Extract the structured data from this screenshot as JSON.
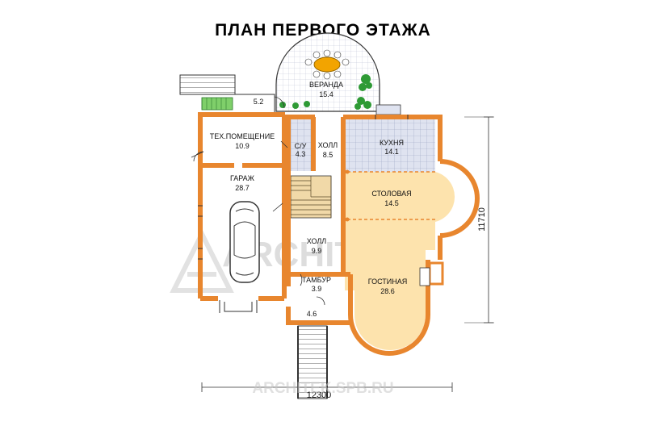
{
  "title": "ПЛАН ПЕРВОГО ЭТАЖА",
  "watermark": {
    "brand": "ARCHITEK",
    "site": "ARCHITEK.SPB.RU"
  },
  "dimensions": {
    "width": "12300",
    "height": "11710"
  },
  "rooms": {
    "veranda": {
      "name": "ВЕРАНДА",
      "area": "15.4"
    },
    "porch": {
      "area": "5.2"
    },
    "tech": {
      "name": "ТЕХ.ПОМЕЩЕНИЕ",
      "area": "10.9"
    },
    "wc": {
      "name": "С/У",
      "area": "4.3"
    },
    "hall_top": {
      "name": "ХОЛЛ",
      "area": "8.5"
    },
    "kitchen": {
      "name": "КУХНЯ",
      "area": "14.1"
    },
    "garage": {
      "name": "ГАРАЖ",
      "area": "28.7"
    },
    "dining": {
      "name": "СТОЛОВАЯ",
      "area": "14.5"
    },
    "hall_mid": {
      "name": "ХОЛЛ",
      "area": "9.9"
    },
    "tambour": {
      "name": "ТАМБУР",
      "area": "3.9"
    },
    "living": {
      "name": "ГОСТИНАЯ",
      "area": "28.6"
    },
    "entrance": {
      "area": "4.6"
    }
  },
  "colors": {
    "wall": "#e8862e",
    "floor_peach": "#fde3ad",
    "tile": "#dbe0ee",
    "plant": "#2e9a35",
    "table": "#f2a400"
  }
}
